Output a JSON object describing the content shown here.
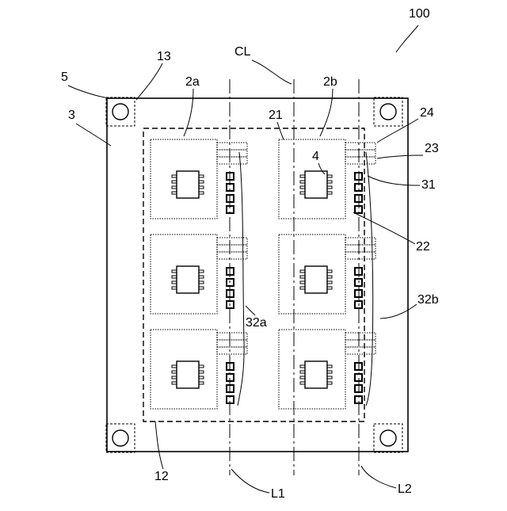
{
  "labels": {
    "ref_100": "100",
    "ref_13": "13",
    "ref_5": "5",
    "ref_3": "3",
    "ref_2a": "2a",
    "ref_CL": "CL",
    "ref_2b": "2b",
    "ref_21": "21",
    "ref_24": "24",
    "ref_4": "4",
    "ref_23": "23",
    "ref_31": "31",
    "ref_22": "22",
    "ref_32a": "32a",
    "ref_32b": "32b",
    "ref_12": "12",
    "ref_L1": "L1",
    "ref_L2": "L2"
  },
  "colors": {
    "line": "#000000",
    "background": "#ffffff"
  },
  "modules": {
    "columns": [
      "left",
      "right"
    ],
    "rows": 3,
    "pins_per_chip_side": 4,
    "contact_pads_per_module": 4,
    "tabs_per_connector": 3
  }
}
